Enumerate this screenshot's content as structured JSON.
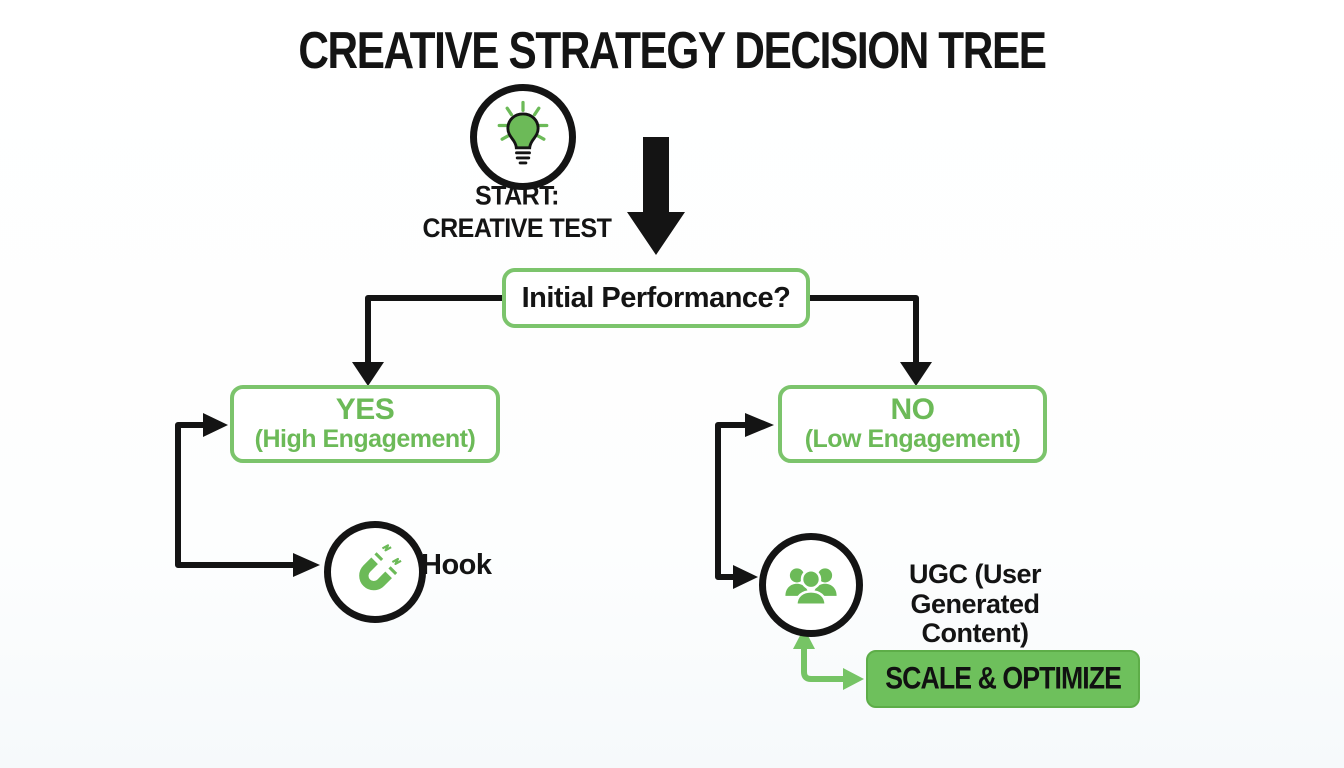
{
  "title": "CREATIVE STRATEGY DECISION TREE",
  "colors": {
    "green_text": "#6cba58",
    "green_border": "#7cc46c",
    "green_fill": "#6ec05c",
    "connector_black": "#141414",
    "connector_green": "#76c465"
  },
  "start": {
    "icon": "lightbulb-icon",
    "line1": "START:",
    "line2": "CREATIVE TEST"
  },
  "decision": {
    "label": "Initial Performance?"
  },
  "branches": {
    "yes": {
      "label": "YES",
      "sublabel": "(High Engagement)"
    },
    "no": {
      "label": "NO",
      "sublabel": "(Low Engagement)"
    }
  },
  "outcomes": {
    "hook": {
      "icon": "magnet-icon",
      "label": "Hook"
    },
    "ugc": {
      "icon": "people-icon",
      "label_line1": "UGC (User Generated",
      "label_line2": "Content)"
    },
    "scale": {
      "label": "SCALE & OPTIMIZE"
    }
  }
}
